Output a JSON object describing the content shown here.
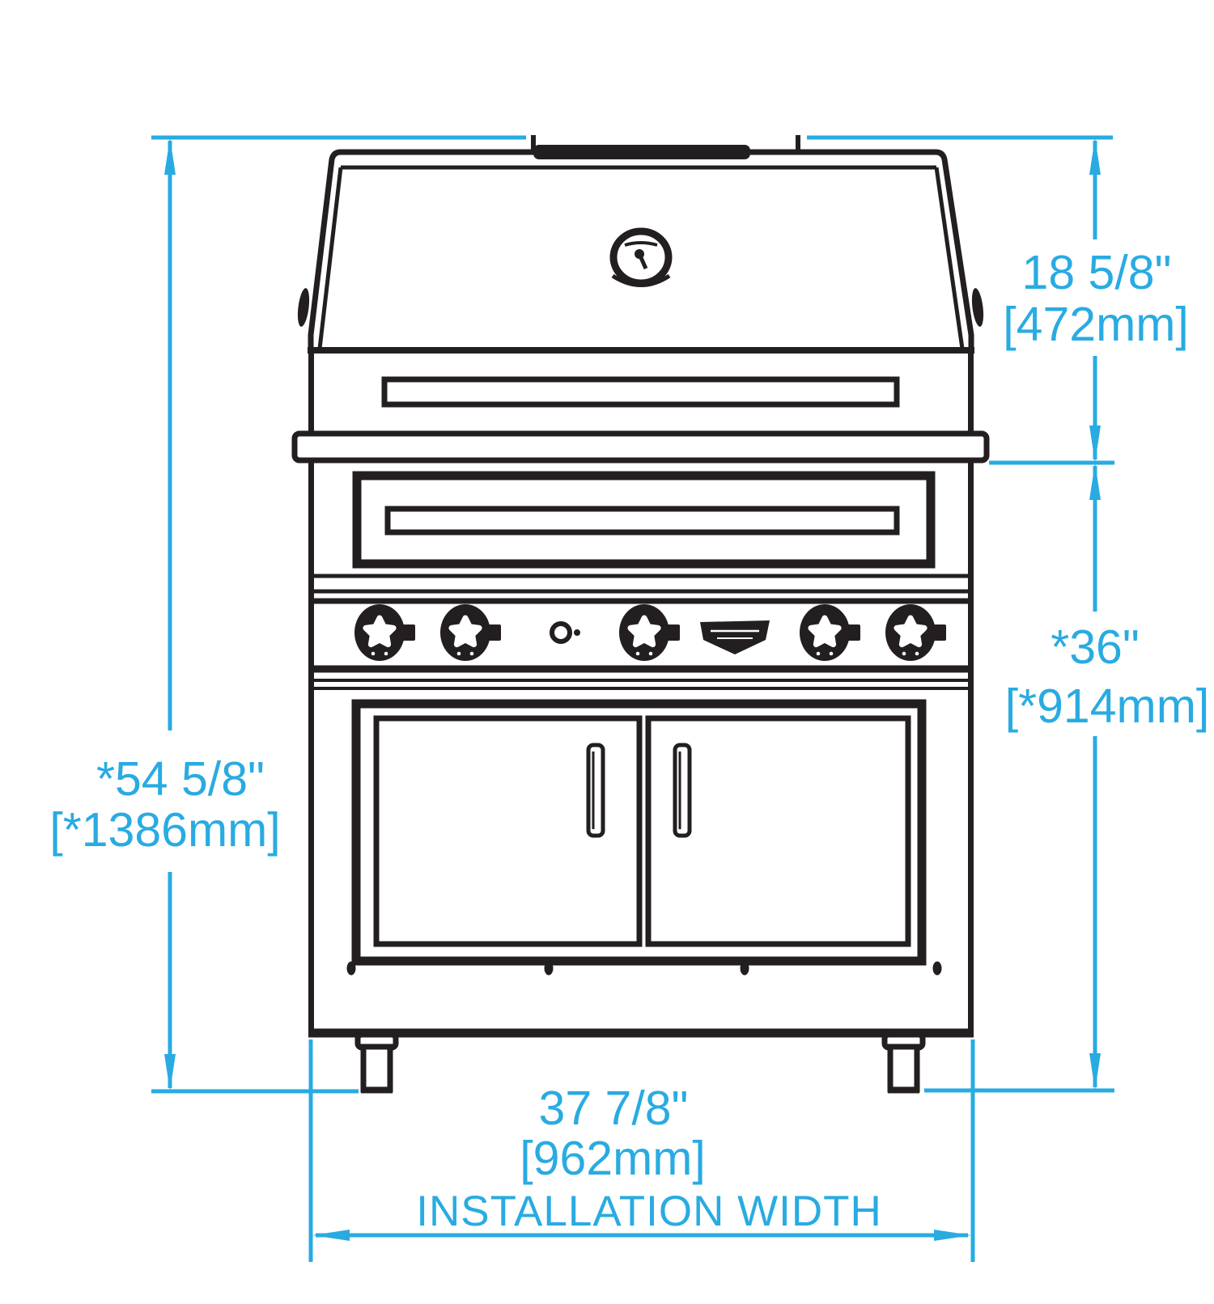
{
  "diagram": {
    "type": "technical-drawing",
    "subject": "Gas grill on cart - front elevation with installation dimensions",
    "colors": {
      "dimension": "#29ABE2",
      "line": "#231F20",
      "background": "#FFFFFF"
    },
    "dimensions": {
      "hood_height": {
        "inches": "18 5/8\"",
        "metric": "[472mm]"
      },
      "body_height": {
        "inches": "*36\"",
        "metric": "[*914mm]"
      },
      "overall_height": {
        "inches": "*54 5/8\"",
        "metric": "[*1386mm]"
      },
      "installation_width": {
        "inches": "37 7/8\"",
        "metric": "[962mm]",
        "caption": "INSTALLATION WIDTH"
      }
    }
  }
}
